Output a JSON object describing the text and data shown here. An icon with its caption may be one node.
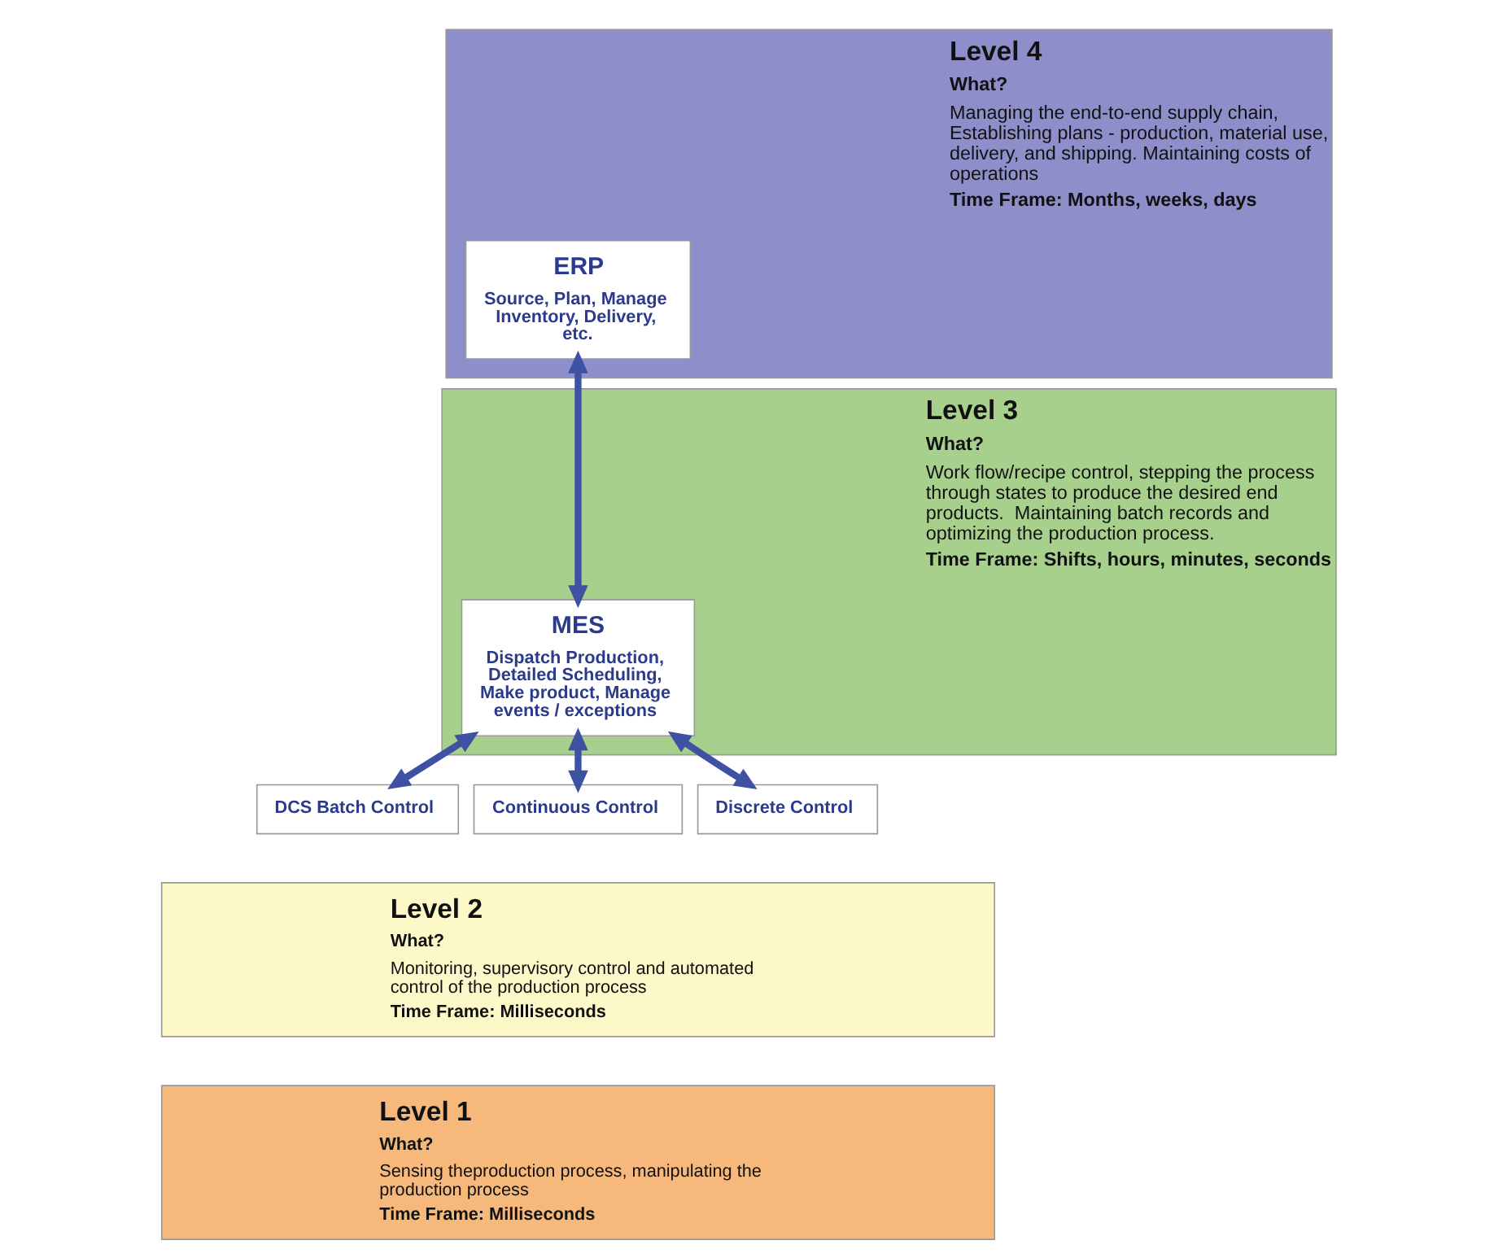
{
  "diagram": {
    "nodes": [
      {
        "text": [
          "Level 4",
          "What?",
          "Managing the end-to-end supply chain, Establishing plans - production, material use, delivery, and shipping. Maintaining costs of operations",
          "Time Frame: Months, weeks, days"
        ]
      },
      {
        "text": [
          "ERP",
          "Source, Plan, Manage Inventory, Delivery, etc."
        ],
        "in": 0
      },
      {
        "text": [
          "Level 3",
          "What?",
          "Work flow/recipe control, stepping the process through states to produce the desired end products.  Maintaining batch records and optimizing the production process.",
          "Time Frame: Shifts, hours, minutes, seconds"
        ]
      },
      {
        "text": [
          "MES",
          "Dispatch Production, Detailed Scheduling, Make product, Manage events / exceptions"
        ],
        "in": 2
      },
      {
        "text": [
          "Level 2",
          "What?",
          "Monitoring, supervisory control and automated control of the production process",
          "Time Frame: Milliseconds"
        ]
      },
      {
        "text": [
          "Level 1",
          "What?",
          "Sensing theproduction process, manipulating the production process",
          "Time Frame: Milliseconds"
        ]
      },
      {
        "text": [
          "DCS Batch Control"
        ]
      },
      {
        "text": [
          "Continuous Control"
        ]
      },
      {
        "text": [
          "Discrete Control"
        ]
      }
    ],
    "edges": [
      {
        "from": 1,
        "to": 3,
        "arrow": "both"
      },
      {
        "from": 3,
        "to": 6,
        "arrow": "both"
      },
      {
        "from": 3,
        "to": 7,
        "arrow": "both"
      },
      {
        "from": 3,
        "to": 8,
        "arrow": "both"
      }
    ]
  }
}
